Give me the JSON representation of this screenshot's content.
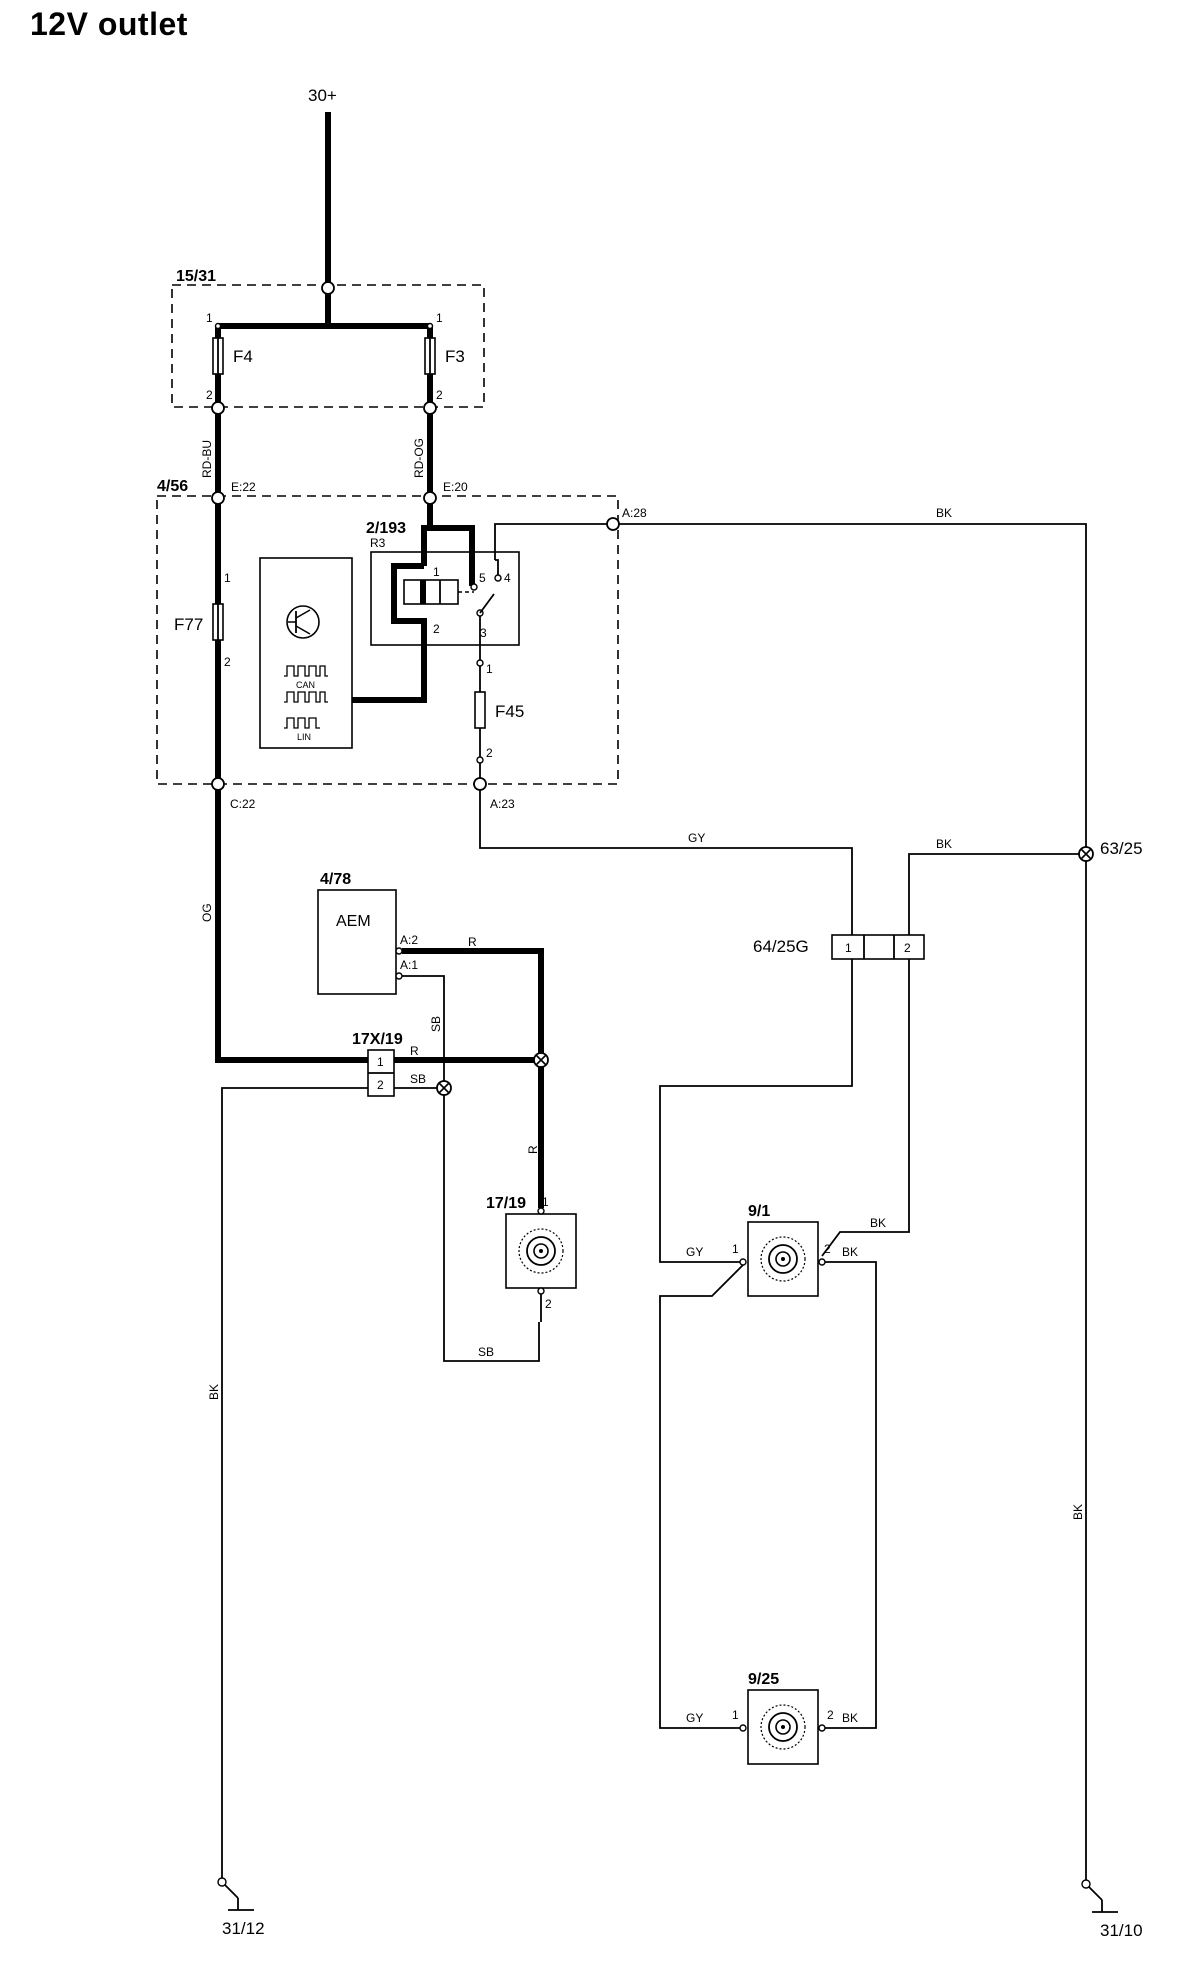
{
  "title": "12V outlet",
  "supply": {
    "label": "30+"
  },
  "components": {
    "fuse_box_15_31": "15/31",
    "fuse_f4": "F4",
    "fuse_f3": "F3",
    "cem_4_56": "4/56",
    "relay_2_193": "2/193",
    "relay_r3": "R3",
    "fuse_f77": "F77",
    "fuse_f45": "F45",
    "aem_4_78": "4/78",
    "aem_label": "AEM",
    "connector_17x_19": "17X/19",
    "outlet_17_19": "17/19",
    "outlet_9_1": "9/1",
    "outlet_9_25": "9/25",
    "connector_64_25g": "64/25G",
    "splice_63_25": "63/25",
    "ground_31_12": "31/12",
    "ground_31_10": "31/10",
    "can_label": "CAN",
    "lin_label": "LIN"
  },
  "connectors": {
    "e22": "E:22",
    "e20": "E:20",
    "c22": "C:22",
    "a28": "A:28",
    "a23": "A:23",
    "a2": "A:2",
    "a1": "A:1"
  },
  "pins": {
    "f4_top": "1",
    "f4_bottom": "2",
    "f3_top": "1",
    "f3_bottom": "2",
    "f77_top": "1",
    "f77_bottom": "2",
    "f45_top": "1",
    "f45_bottom": "2",
    "relay_1": "1",
    "relay_2": "2",
    "relay_3": "3",
    "relay_4": "4",
    "relay_5": "5",
    "c17x_1": "1",
    "c17x_2": "2",
    "c64_1": "1",
    "c64_2": "2",
    "o1719_1": "1",
    "o1719_2": "2",
    "o91_1": "1",
    "o91_2": "2",
    "o925_1": "1",
    "o925_2": "2"
  },
  "wire_colors": {
    "rd_bu": "RD-BU",
    "rd_og": "RD-OG",
    "og": "OG",
    "bk_top": "BK",
    "gy_mid": "GY",
    "bk_mid": "BK",
    "r_aem": "R",
    "sb_aem": "SB",
    "r_conn": "R",
    "sb_conn": "SB",
    "r_down": "R",
    "sb_bottom": "SB",
    "bk_left": "BK",
    "bk_right": "BK",
    "gy_91": "GY",
    "bk_91_top": "BK",
    "bk_91": "BK",
    "gy_925": "GY",
    "bk_925": "BK"
  }
}
